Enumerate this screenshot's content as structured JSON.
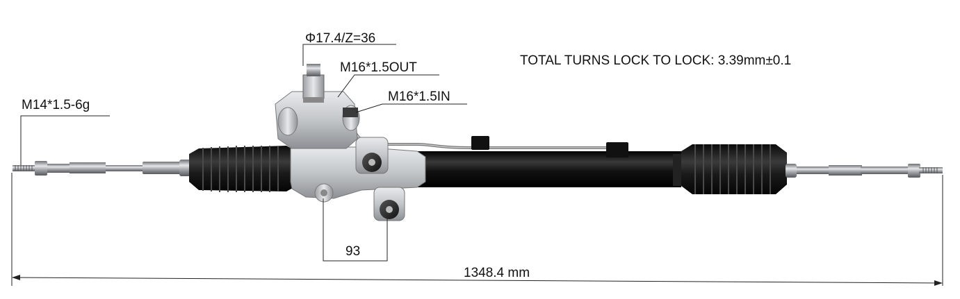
{
  "labels": {
    "pinion_spec": "Φ17.4/Z=36",
    "port_out": "M16*1.5OUT",
    "port_in": "M16*1.5IN",
    "tie_rod_thread": "M14*1.5-6g",
    "total_turns": "TOTAL TURNS LOCK TO LOCK:  3.39mm±0.1",
    "mount_spacing": "93",
    "overall_length": "1348.4 mm"
  },
  "colors": {
    "line": "#222222",
    "tube": "#0b0b0b",
    "boot": "#1c1c1c",
    "aluminum": "#c9ccce",
    "steel": "#8c8f93"
  }
}
